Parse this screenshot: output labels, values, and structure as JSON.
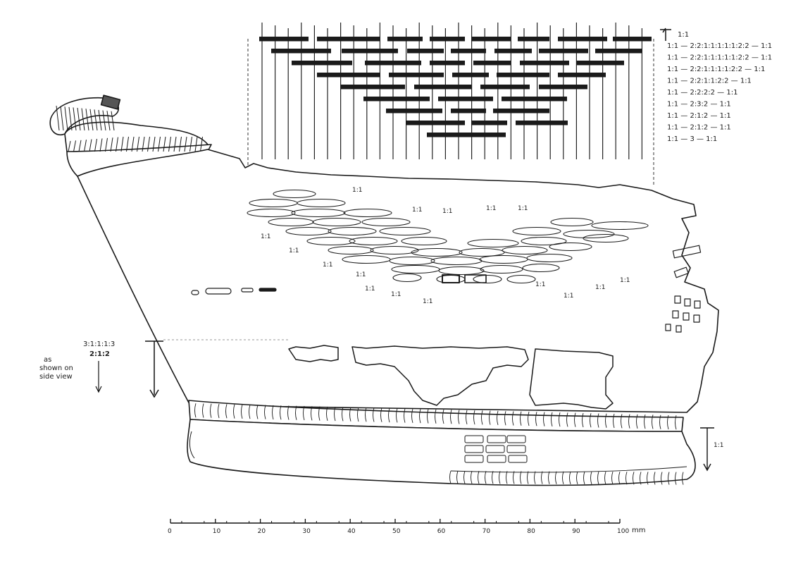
{
  "weave_notation": {
    "top": "1:1",
    "rows": [
      "1:1 — 2:2:1:1:1:1:1:2:2 — 1:1",
      "1:1 — 2:2:1:1:1:1:1:2:2 — 1:1",
      "1:1 — 2:2:1:1:1:1:2:2 — 1:1",
      "1:1 — 2:2:1:1:2:2 — 1:1",
      "1:1 — 2:2:2:2 — 1:1",
      "1:1 — 2:3:2 — 1:1",
      "1:1 — 2:1:2 — 1:1",
      "1:1 — 2:1:2 — 1:1",
      "1:1 — 3 — 1:1"
    ]
  },
  "body_labels": [
    "1:1",
    "1:1",
    "1:1",
    "1:1",
    "1:1",
    "1:1",
    "1:1",
    "1:1",
    "1:1",
    "1:1",
    "1:1",
    "1:1",
    "1:1",
    "1:1",
    "1:1",
    "1:1"
  ],
  "side_note": {
    "ratio_a": "3:1:1:1:3",
    "ratio_b": "2:1:2",
    "text_line1": "as",
    "text_line2": "shown on",
    "text_line3": "side view"
  },
  "base_label": "1:1",
  "scale_bar": {
    "ticks": [
      "0",
      "10",
      "20",
      "30",
      "40",
      "50",
      "60",
      "70",
      "80",
      "90",
      "100"
    ],
    "unit": "mm"
  }
}
